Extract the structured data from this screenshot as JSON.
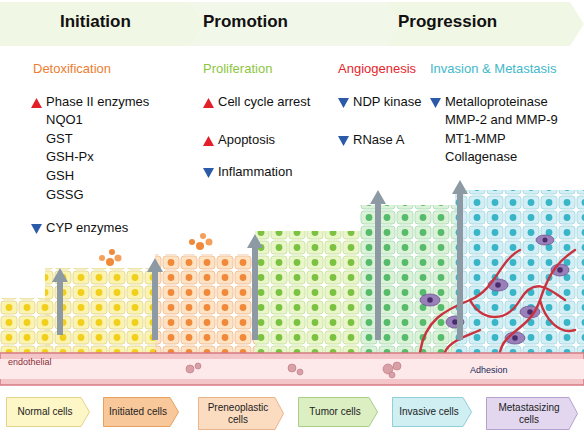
{
  "diagram": {
    "nodes": [
      {
        "text": [
          "Normal cells"
        ]
      },
      {
        "text": [
          "Initiated cells"
        ]
      },
      {
        "text": [
          "Preneoplastic cells"
        ]
      },
      {
        "text": [
          "Tumor cells"
        ]
      },
      {
        "text": [
          "Invasive cells"
        ]
      },
      {
        "text": [
          "Metastasizing cells"
        ]
      }
    ],
    "labels": [
      "Initiation",
      "Promotion",
      "Progression",
      "Detoxification",
      "Phase II enzymes",
      "NQO1",
      "GST",
      "GSH-Px",
      "GSH",
      "GSSG",
      "CYP enzymes",
      "Proliferation",
      "Cell cycle arrest",
      "Apoptosis",
      "Inflammation",
      "Angiogenesis",
      "NDP kinase",
      "RNase A",
      "Invasion & Metastasis",
      "Metalloproteinase",
      "MMP-2 and MMP-9",
      "MT1-MMP",
      "Collagenase",
      "endothelial",
      "Adhesion"
    ]
  }
}
